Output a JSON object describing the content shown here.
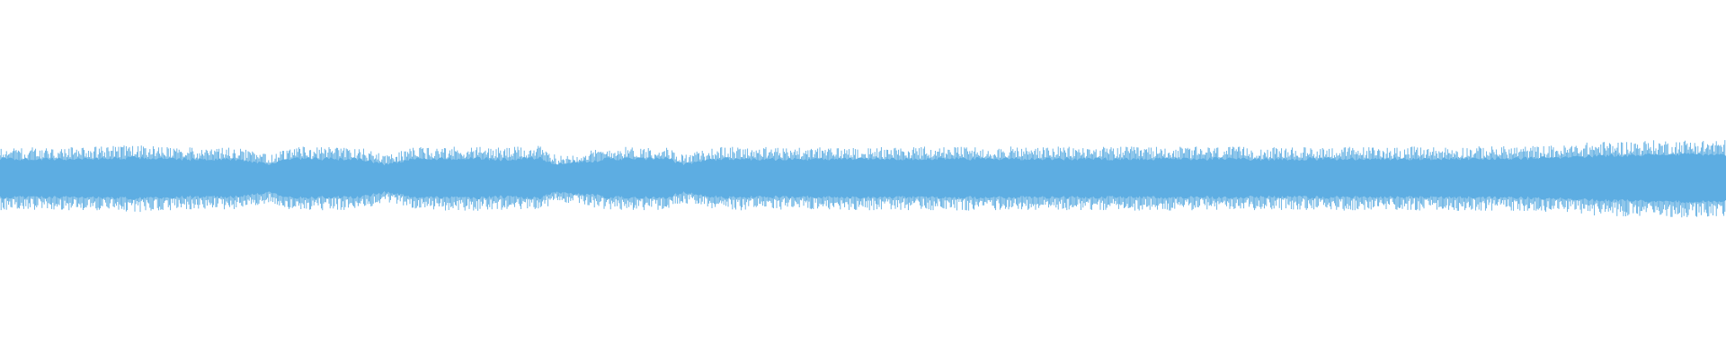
{
  "waveform": {
    "color": "#5dade2",
    "background": "#ffffff",
    "duration_s": 1920,
    "envelope": [
      [
        0,
        0.82
      ],
      [
        60,
        0.8
      ],
      [
        150,
        0.86
      ],
      [
        200,
        0.8
      ],
      [
        260,
        0.8
      ],
      [
        300,
        0.62
      ],
      [
        325,
        0.82
      ],
      [
        400,
        0.8
      ],
      [
        430,
        0.6
      ],
      [
        460,
        0.8
      ],
      [
        520,
        0.84
      ],
      [
        560,
        0.8
      ],
      [
        600,
        0.84
      ],
      [
        620,
        0.58
      ],
      [
        680,
        0.82
      ],
      [
        740,
        0.82
      ],
      [
        760,
        0.62
      ],
      [
        800,
        0.82
      ],
      [
        900,
        0.8
      ],
      [
        980,
        0.82
      ],
      [
        1100,
        0.82
      ],
      [
        1250,
        0.82
      ],
      [
        1370,
        0.82
      ],
      [
        1430,
        0.8
      ],
      [
        1480,
        0.82
      ],
      [
        1520,
        0.82
      ],
      [
        1600,
        0.82
      ],
      [
        1700,
        0.84
      ],
      [
        1740,
        0.86
      ],
      [
        1770,
        0.94
      ],
      [
        1820,
        0.98
      ],
      [
        1880,
        1.0
      ],
      [
        1920,
        1.0
      ]
    ]
  }
}
